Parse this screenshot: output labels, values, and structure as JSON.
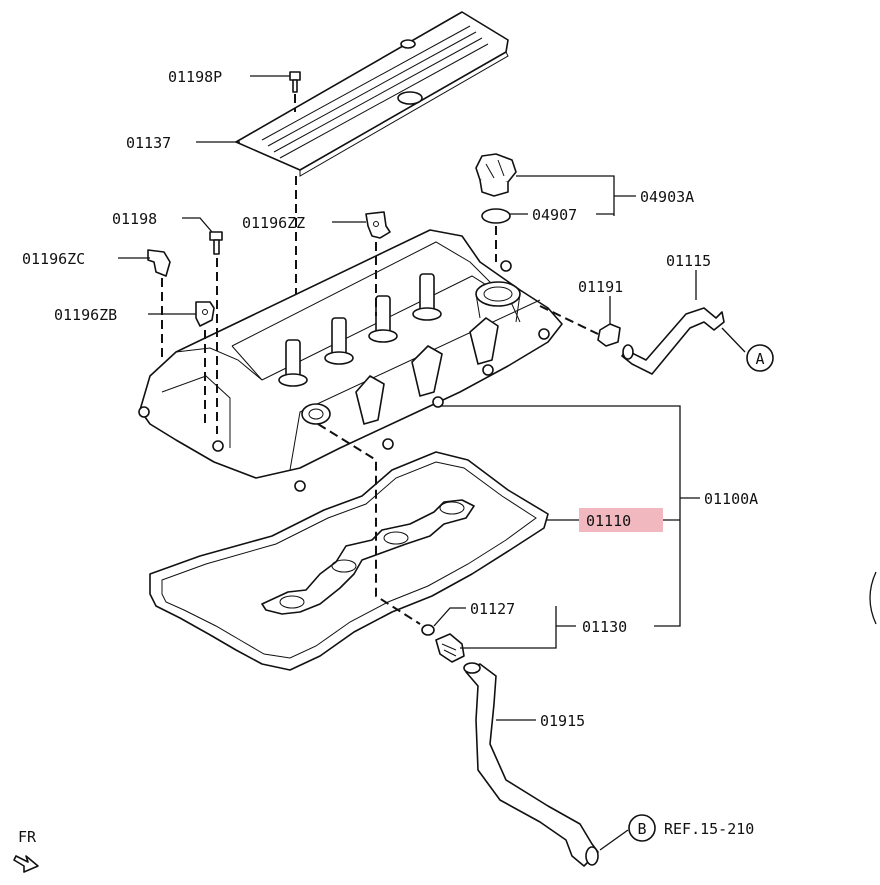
{
  "colors": {
    "highlight": "#f2b8bf",
    "ink": "#111111",
    "background": "#ffffff"
  },
  "labels": {
    "p01198P": "01198P",
    "p01137": "01137",
    "p01198": "01198",
    "p01196ZZ": "01196ZZ",
    "p01196ZC": "01196ZC",
    "p01196ZB": "01196ZB",
    "p04903A": "04903A",
    "p04907": "04907",
    "p01191": "01191",
    "p01115": "01115",
    "p01100A": "01100A",
    "p01110": "01110",
    "p01127": "01127",
    "p01130": "01130",
    "p01915": "01915",
    "ref": "REF.15-210",
    "fr": "FR"
  },
  "callouts": {
    "a": "A",
    "b": "B"
  },
  "highlighted_part": "01110"
}
